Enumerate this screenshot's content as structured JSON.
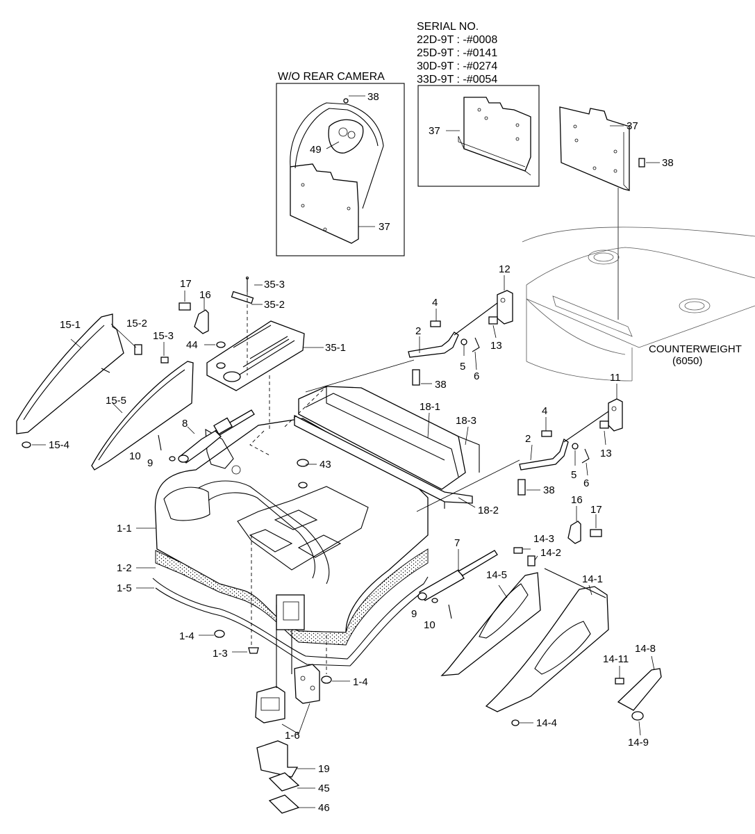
{
  "serial_block": {
    "title": "SERIAL NO.",
    "lines": [
      "22D-9T : -#0008",
      "25D-9T : -#0141",
      "30D-9T : -#0274",
      "33D-9T : -#0054"
    ]
  },
  "wo_rear_camera": {
    "title": "W/O REAR CAMERA"
  },
  "counterweight": {
    "title": "COUNTERWEIGHT",
    "subtitle": "(6050)"
  },
  "callouts": {
    "c38_a": "38",
    "c49": "49",
    "c37_a": "37",
    "c37_b": "37",
    "c37_c": "37",
    "c38_b": "38",
    "c17_a": "17",
    "c16_a": "16",
    "c35_3": "35-3",
    "c35_2": "35-2",
    "c44": "44",
    "c35_1": "35-1",
    "c15_1": "15-1",
    "c15_2": "15-2",
    "c15_3": "15-3",
    "c15_5": "15-5",
    "c15_4": "15-4",
    "c8": "8",
    "c10_a": "10",
    "c9_a": "9",
    "c4_a": "4",
    "c2_a": "2",
    "c12": "12",
    "c13_a": "13",
    "c5_a": "5",
    "c6_a": "6",
    "c38_c": "38",
    "c18_1": "18-1",
    "c18_3": "18-3",
    "c43": "43",
    "c18_2": "18-2",
    "c11": "11",
    "c4_b": "4",
    "c2_b": "2",
    "c13_b": "13",
    "c5_b": "5",
    "c6_b": "6",
    "c38_d": "38",
    "c1_1": "1-1",
    "c1_2": "1-2",
    "c1_5": "1-5",
    "c1_4_a": "1-4",
    "c1_3": "1-3",
    "c1_4_b": "1-4",
    "c1_6": "1-6",
    "c16_b": "16",
    "c17_b": "17",
    "c14_3": "14-3",
    "c14_2": "14-2",
    "c7": "7",
    "c14_5": "14-5",
    "c14_1": "14-1",
    "c9_b": "9",
    "c10_b": "10",
    "c14_11": "14-11",
    "c14_8": "14-8",
    "c14_4": "14-4",
    "c14_9": "14-9",
    "c19": "19",
    "c45": "45",
    "c46": "46"
  }
}
